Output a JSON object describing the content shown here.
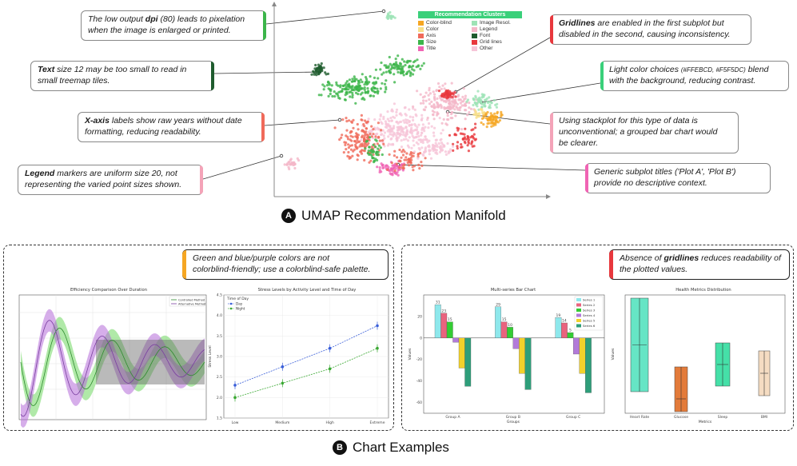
{
  "section_a": {
    "badge": "A",
    "title": "UMAP Recommendation Manifold",
    "legend": {
      "title": "Recommendation Clusters",
      "items": [
        {
          "label": "Color-blind",
          "color": "#f5a623"
        },
        {
          "label": "Image Resol.",
          "color": "#9ee3b6"
        },
        {
          "label": "Color",
          "color": "#f7e08a"
        },
        {
          "label": "Legend",
          "color": "#f4b7c8"
        },
        {
          "label": "Axis",
          "color": "#f06a5a"
        },
        {
          "label": "Font",
          "color": "#1f5c2e"
        },
        {
          "label": "Size",
          "color": "#3cb54a"
        },
        {
          "label": "Grid lines",
          "color": "#e8383d"
        },
        {
          "label": "Title",
          "color": "#f064b4"
        },
        {
          "label": "Other",
          "color": "#f6c5d8"
        }
      ]
    },
    "callouts": [
      {
        "id": "dpi",
        "parts": [
          "The low output ",
          "dpi",
          " (80) leads to pixelation",
          "when the image is enlarged or printed."
        ],
        "accent": "#3cb54a"
      },
      {
        "id": "text-size",
        "parts": [
          "Text",
          " size 12 may be too small to read in",
          "small treemap tiles."
        ],
        "accent": "#1f5c2e"
      },
      {
        "id": "x-axis",
        "parts": [
          "X-axis",
          " labels show raw years without date",
          "formatting, reducing readability."
        ],
        "accent": "#f06a5a"
      },
      {
        "id": "legend",
        "parts": [
          "Legend",
          " markers are uniform size 20, not",
          "representing the varied point sizes shown."
        ],
        "accent": "#f4a3b8"
      },
      {
        "id": "gridlines",
        "parts": [
          "Gridlines",
          " are enabled in the first subplot but",
          "disabled in the second, causing inconsistency."
        ],
        "accent": "#e8383d"
      },
      {
        "id": "light-color",
        "parts": [
          "Light color choices ",
          "(#FFEBCD, #F5F5DC)",
          " blend",
          "with the background, reducing contrast."
        ],
        "accent": "#3ad07a"
      },
      {
        "id": "stackplot",
        "parts": [
          "Using stackplot for this type of data is",
          "unconventional; a grouped bar chart would",
          "be clearer."
        ],
        "accent": "#f4a3b8"
      },
      {
        "id": "titles",
        "parts": [
          "Generic subplot titles ('Plot A', 'Plot B')",
          "provide no descriptive context."
        ],
        "accent": "#f064b4"
      }
    ]
  },
  "section_b": {
    "badge": "B",
    "title": "Chart Examples",
    "left_note": {
      "parts": [
        "Green and blue/purple colors are not",
        "colorblind-friendly; use a colorblind-safe palette."
      ],
      "accent": "#f5a623"
    },
    "right_note": {
      "parts": [
        "Absence of ",
        "gridlines",
        " reduces readability of",
        "the plotted values."
      ],
      "accent": "#e8383d"
    }
  },
  "chart_data": [
    {
      "type": "line",
      "title": "Efficiency Comparison Over Duration",
      "legend": [
        "Controlled Method",
        "Alternative Method"
      ],
      "series_colors": [
        "#2e8b2e",
        "#7a3fa0"
      ]
    },
    {
      "type": "line",
      "title": "Stress Levels by Activity Level and Time of Day",
      "categories": [
        "Low",
        "Medium",
        "High",
        "Extreme"
      ],
      "xlabel": "",
      "ylabel": "Stress Level",
      "ylim": [
        1.5,
        4.5
      ],
      "yticks": [
        1.5,
        2.0,
        2.5,
        3.0,
        3.5,
        4.0,
        4.5
      ],
      "legend_title": "Time of Day",
      "series": [
        {
          "name": "Day",
          "values": [
            2.3,
            2.75,
            3.2,
            3.75
          ],
          "color": "#3a5fd9"
        },
        {
          "name": "Night",
          "values": [
            2.0,
            2.35,
            2.7,
            3.2
          ],
          "color": "#3aa832"
        }
      ]
    },
    {
      "type": "bar",
      "title": "Multi-series Bar Chart",
      "xlabel": "Groups",
      "ylabel": "Values",
      "categories": [
        "Group A",
        "Group B",
        "Group C"
      ],
      "ylim": [
        -70,
        40
      ],
      "yticks": [
        -60,
        -40,
        -20,
        0,
        20
      ],
      "series": [
        {
          "name": "Series 1",
          "values": [
            31,
            29,
            19
          ],
          "color": "#8ee8ec"
        },
        {
          "name": "Series 2",
          "values": [
            23,
            15,
            14
          ],
          "color": "#e9637e"
        },
        {
          "name": "Series 3",
          "values": [
            15,
            10,
            5
          ],
          "color": "#33cc33"
        },
        {
          "name": "Series 4",
          "values": [
            -4,
            -10,
            -15
          ],
          "color": "#b27ad9"
        },
        {
          "name": "Series 5",
          "values": [
            -28,
            -33,
            -33
          ],
          "color": "#f2d12b"
        },
        {
          "name": "Series 6",
          "values": [
            -45,
            -48,
            -51
          ],
          "color": "#2e9e7a"
        }
      ]
    },
    {
      "type": "violin",
      "title": "Health Metrics Distribution",
      "xlabel": "Metrics",
      "ylabel": "Values",
      "categories": [
        "Heart Rate",
        "Glucose",
        "Sleep",
        "BMI"
      ],
      "colors": [
        "#66e5c5",
        "#e37b3a",
        "#45e0a8",
        "#f5dcc2"
      ]
    }
  ]
}
